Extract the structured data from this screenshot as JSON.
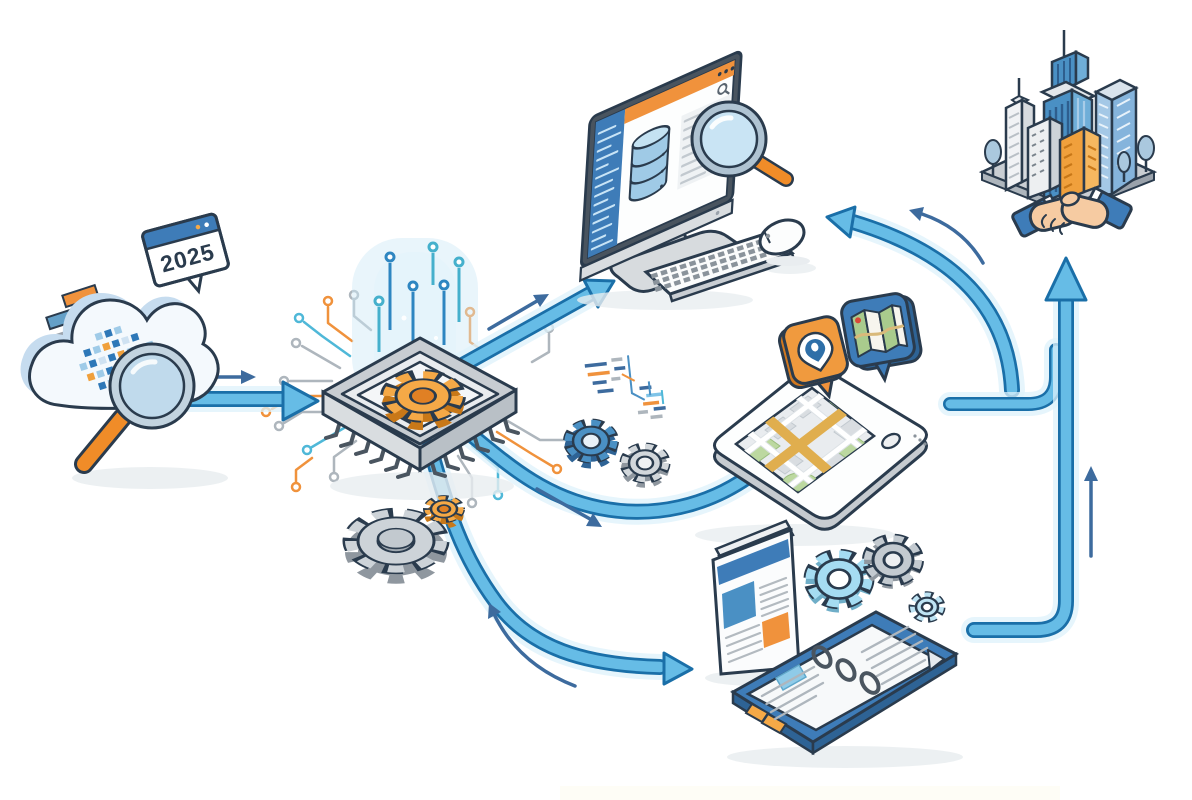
{
  "palette": {
    "outline": "#2A3B4D",
    "blue": "#3E7CB8",
    "blue-mid": "#4A90C4",
    "blue-deep": "#2E6395",
    "light-blue": "#7FC4E8",
    "pale-blue": "#CFE9F6",
    "arrow-fill": "#66BCE6",
    "arrow-stroke": "#1A6FA8",
    "arrow-glow": "#DDF2FB",
    "navy": "#3D6B9E",
    "orange": "#F0923C",
    "orange-bright": "#F5A947",
    "orange-deep": "#D07820",
    "gray": "#C9CED3",
    "gray-deep": "#9AA2AB",
    "gray-line": "#AEB6BD",
    "slate": "#49545F",
    "map-green": "#BCD8A0",
    "map-yellow": "#F6CC74",
    "skin": "#F6CBA2",
    "shadow": "#E9EDF0"
  },
  "badge": {
    "year": "2025"
  },
  "scene": {
    "icons": [
      "cloud-data-icon",
      "magnifier-icon",
      "year-browser-badge",
      "cpu-chip-icon",
      "gear-icon",
      "circuit-trace-icon",
      "monitor-database-search-icon",
      "keyboard-icon",
      "mouse-icon",
      "map-tablet-icon",
      "location-pin-bubble-icon",
      "folded-map-bubble-icon",
      "data-tree-icon",
      "brochure-icon",
      "ring-binder-icon",
      "city-buildings-icon",
      "handshake-icon",
      "flow-arrow"
    ]
  }
}
